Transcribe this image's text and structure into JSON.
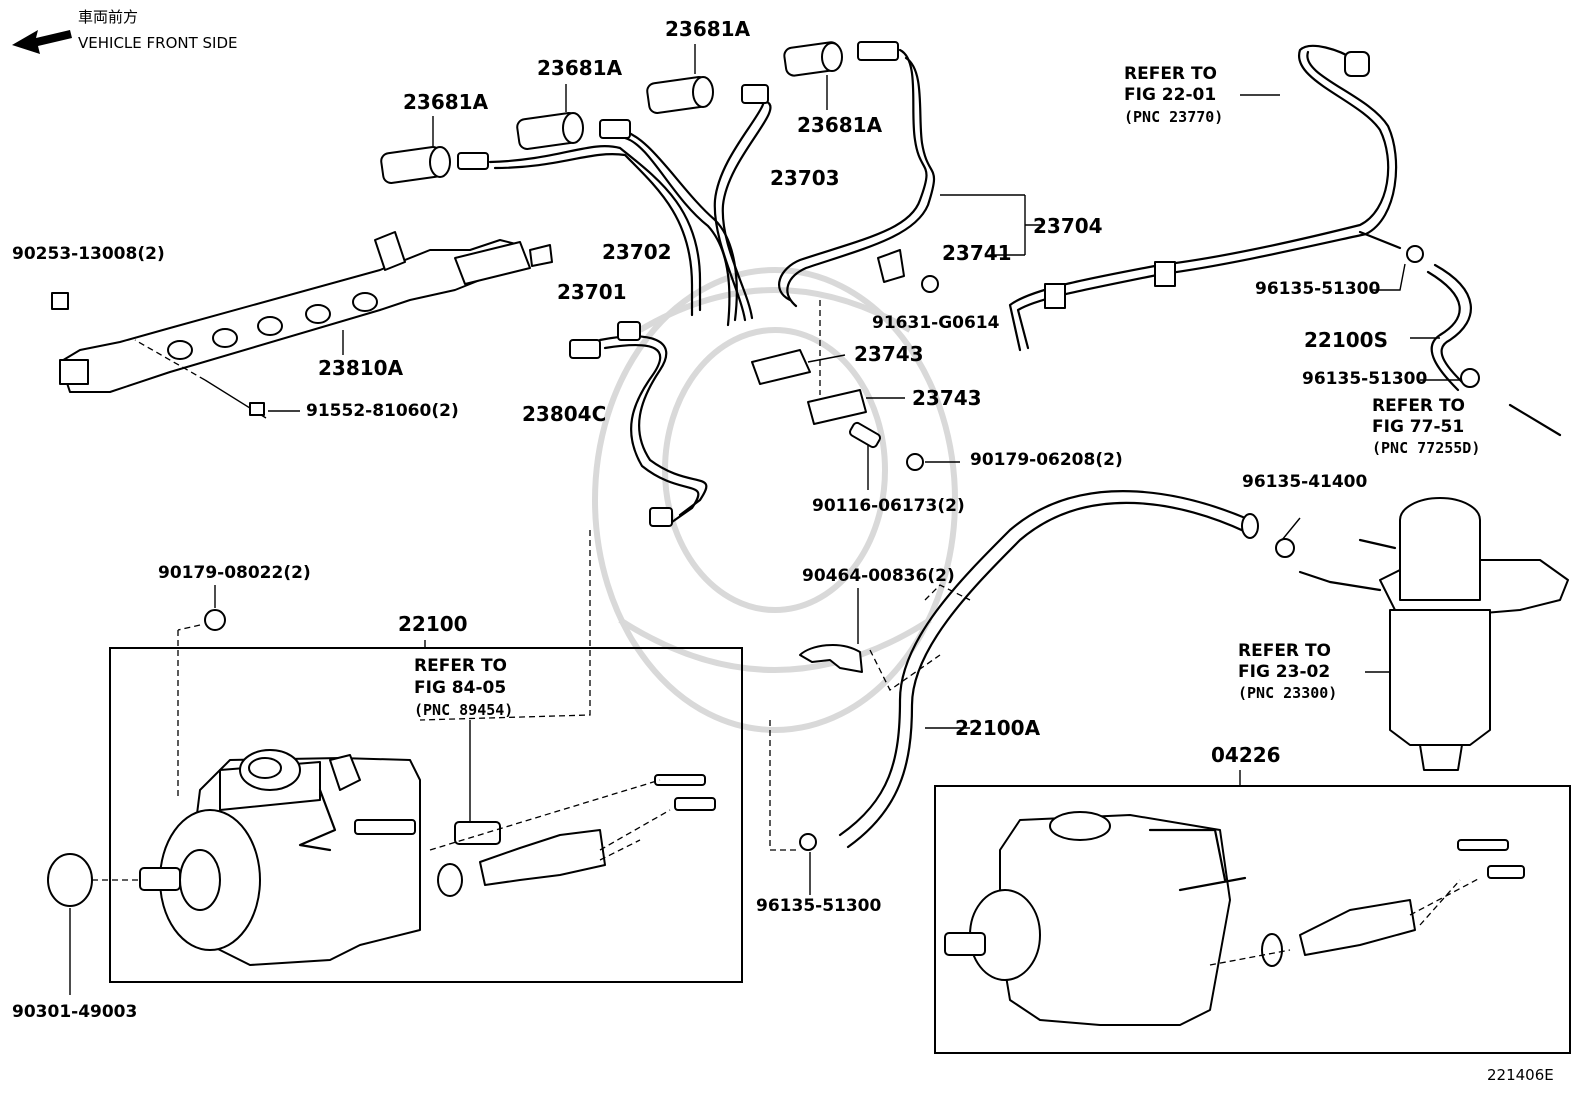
{
  "header": {
    "direction_jp": "車両前方",
    "direction_en": "VEHICLE FRONT SIDE",
    "direction_icon": "arrow-left-icon"
  },
  "figure_code": "221406E",
  "labels": {
    "p23681A_1": "23681A",
    "p23681A_2": "23681A",
    "p23681A_3": "23681A",
    "p23681A_4": "23681A",
    "p90253": "90253-13008(2)",
    "p23810A": "23810A",
    "p91552": "91552-81060(2)",
    "p23703": "23703",
    "p23702": "23702",
    "p23701": "23701",
    "p23804C": "23804C",
    "p23704": "23704",
    "p23741": "23741",
    "p91631": "91631-G0614",
    "p23743_1": "23743",
    "p23743_2": "23743",
    "p90179_06208": "90179-06208(2)",
    "p90116": "90116-06173(2)",
    "p96135_51300_a": "96135-51300",
    "p22100S": "22100S",
    "p96135_51300_b": "96135-51300",
    "p96135_41400": "96135-41400",
    "p90464": "90464-00836(2)",
    "p22100A": "22100A",
    "p96135_51300_c": "96135-51300",
    "p90179_08022": "90179-08022(2)",
    "p22100": "22100",
    "p04226": "04226",
    "p90301": "90301-49003"
  },
  "references": {
    "fig22": {
      "line1": "REFER TO",
      "line2": "FIG 22-01",
      "line3": "(PNC 23770)"
    },
    "fig77": {
      "line1": "REFER TO",
      "line2": "FIG 77-51",
      "line3": "(PNC 77255D)"
    },
    "fig23": {
      "line1": "REFER TO",
      "line2": "FIG 23-02",
      "line3": "(PNC 23300)"
    },
    "fig84": {
      "line1": "REFER TO",
      "line2": "FIG 84-05",
      "line3": "(PNC 89454)"
    }
  }
}
